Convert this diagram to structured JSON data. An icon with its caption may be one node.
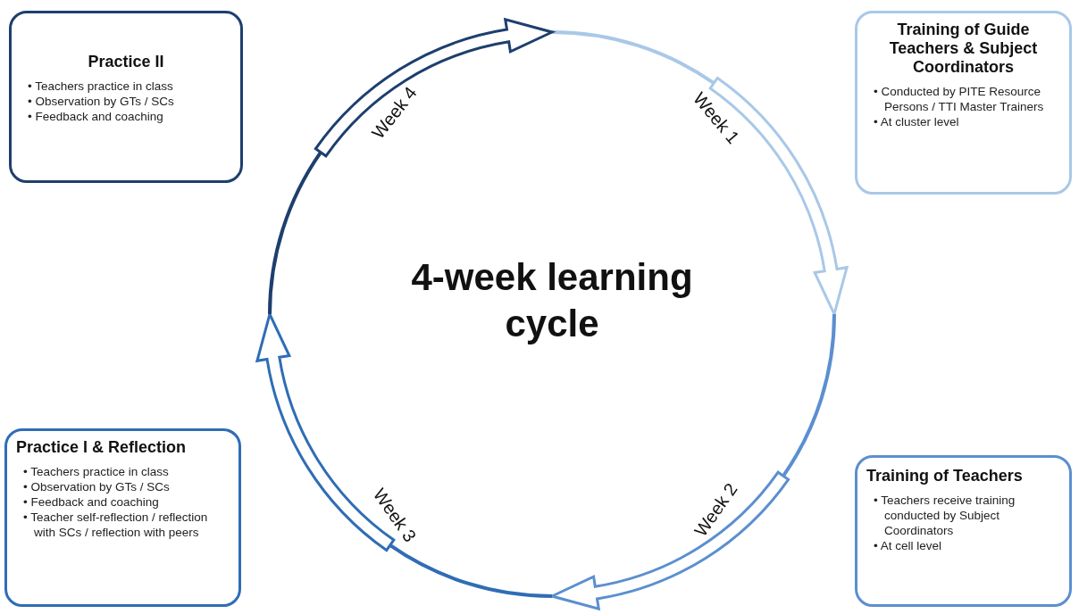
{
  "diagram": {
    "title": "4-week learning cycle",
    "nodes": [
      {
        "text": [
          "Practice II",
          "• Teachers practice in class",
          "• Observation by GTs / SCs",
          "• Feedback and coaching"
        ]
      },
      {
        "text": [
          "Training of Guide Teachers & Subject Coordinators",
          "• Conducted by PITE Resource Persons / TTI Master Trainers",
          "• At cluster level"
        ]
      },
      {
        "text": [
          "Practice I & Reflection",
          "• Teachers practice in class",
          "• Observation by GTs / SCs",
          "• Feedback and coaching",
          "• Teacher self-reflection / reflection with SCs / reflection with peers"
        ]
      },
      {
        "text": [
          "Training of Teachers",
          "• Teachers receive training conducted by Subject Coordinators",
          "• At cell level"
        ]
      }
    ],
    "labels": [
      "Week 4",
      "Week 1",
      "Week 3",
      "Week 2"
    ]
  }
}
